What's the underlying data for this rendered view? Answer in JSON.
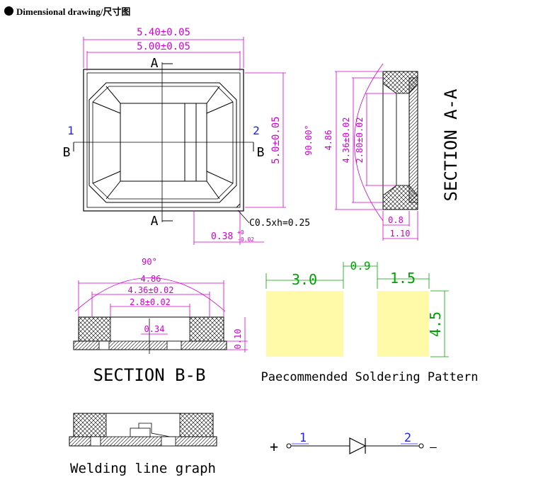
{
  "header": {
    "title": "Dimensional drawing/尺寸图"
  },
  "top_view": {
    "dim_outer": "5.40±0.05",
    "dim_inner": "5.00±0.05",
    "dim_height": "5.0±0.05",
    "dim_small": "0.38",
    "dim_small_tol_plus": "+0",
    "dim_small_tol_minus": "-0.02",
    "chamfer_note": "C0.5xh=0.25",
    "section_a_top": "A",
    "section_a_bottom": "A",
    "section_b_left": "B",
    "section_b_right": "B",
    "pin1": "1",
    "pin2": "2"
  },
  "section_aa": {
    "angle": "90.00°",
    "dim1": "4.86",
    "dim2": "4.36±0.02",
    "dim3": "2.80±0.02",
    "dim_bottom1": "0.8",
    "dim_bottom2": "1.10",
    "label": "SECTION A-A"
  },
  "section_bb": {
    "angle": "90°",
    "dim1": "4.86",
    "dim2": "4.36±0.02",
    "dim3": "2.8±0.02",
    "dim4": "0.34",
    "dim_height": "0.10",
    "label": "SECTION B-B"
  },
  "solder_pattern": {
    "dim_left_pad": "3.0",
    "dim_gap": "0.9",
    "dim_right_pad": "1.5",
    "dim_height": "4.5",
    "pad_color": "#fffaa8",
    "label": "Paecommended Soldering Pattern"
  },
  "welding": {
    "label": "Welding line graph"
  },
  "schematic": {
    "plus": "+",
    "minus": "—",
    "pin1": "1",
    "pin2": "2"
  }
}
